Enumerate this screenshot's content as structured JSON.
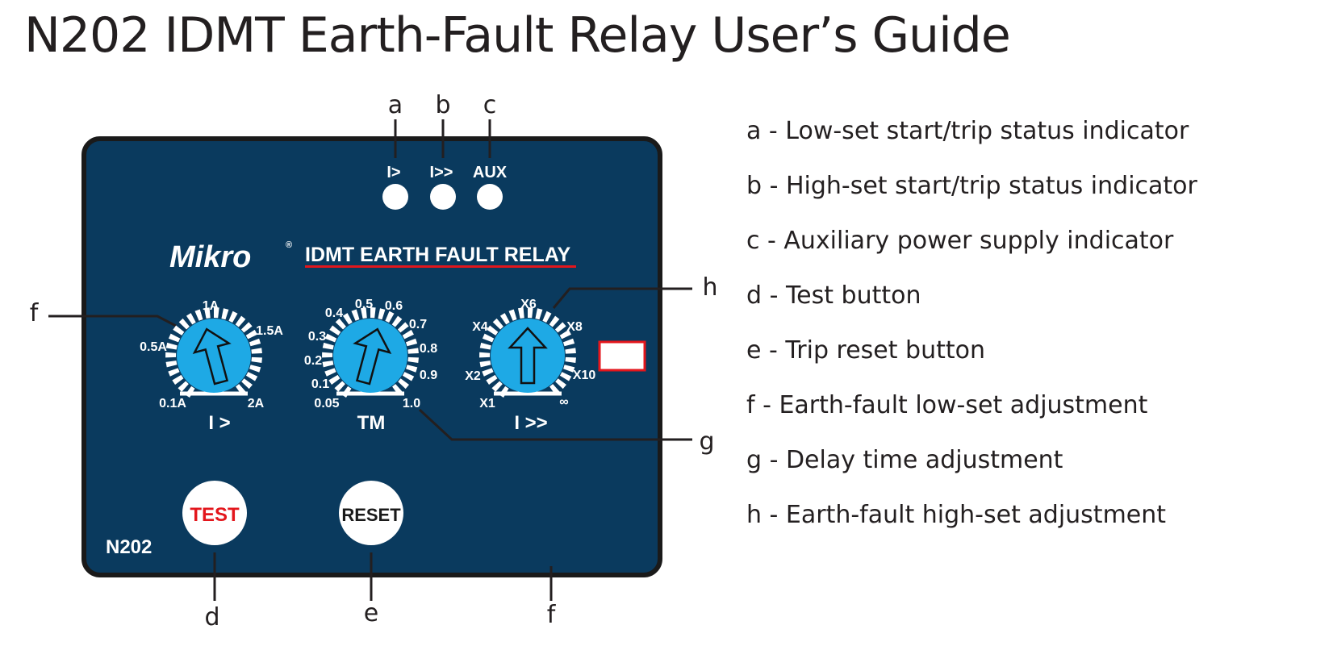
{
  "title": "N202 IDMT Earth-Fault Relay User’s Guide",
  "callouts": {
    "a": "a",
    "b": "b",
    "c": "c",
    "d": "d",
    "e": "e",
    "f_left": "f",
    "f_bottom": "f",
    "g": "g",
    "h": "h"
  },
  "panel": {
    "brand": "Mikro",
    "registered": "®",
    "heading": "IDMT EARTH FAULT RELAY",
    "model": "N202",
    "indicators": [
      "I>",
      "I>>",
      "AUX"
    ],
    "test_label": "TEST",
    "reset_label": "RESET",
    "panel_color": "#0a3a5e",
    "dial_color": "#1ea9e5",
    "accent_red": "#e3161c"
  },
  "dials": {
    "low_set": {
      "label": "I >",
      "ticks": [
        "0.1A",
        "0.5A",
        "1A",
        "1.5A",
        "2A"
      ]
    },
    "time_multiplier": {
      "label": "TM",
      "ticks": [
        "0.05",
        "0.1",
        "0.2",
        "0.3",
        "0.4",
        "0.5",
        "0.6",
        "0.7",
        "0.8",
        "0.9",
        "1.0"
      ]
    },
    "high_set": {
      "label": "I >>",
      "ticks": [
        "X1",
        "X2",
        "X4",
        "X6",
        "X8",
        "X10",
        "∞"
      ]
    }
  },
  "legend": [
    "a - Low-set start/trip status indicator",
    "b - High-set start/trip status indicator",
    "c - Auxiliary power supply indicator",
    "d - Test button",
    "e - Trip reset button",
    "f - Earth-fault low-set adjustment",
    "g - Delay time adjustment",
    "h  - Earth-fault high-set adjustment"
  ]
}
